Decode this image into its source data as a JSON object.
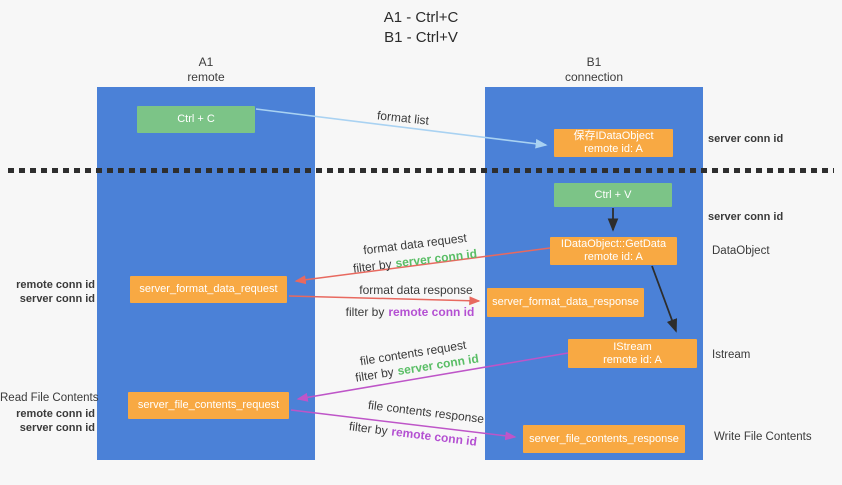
{
  "title": {
    "line1": "A1 - Ctrl+C",
    "line2": "B1 - Ctrl+V"
  },
  "columns": {
    "left": {
      "name": "A1",
      "subtitle": "remote"
    },
    "right": {
      "name": "B1",
      "subtitle": "connection"
    }
  },
  "nodes": {
    "ctrl_c": {
      "label": "Ctrl + C"
    },
    "save_idataobject": {
      "line1": "保存IDataObject",
      "line2": "remote id: A"
    },
    "ctrl_v": {
      "label": "Ctrl + V"
    },
    "idataobject_getdata": {
      "line1": "IDataObject::GetData",
      "line2": "remote id: A"
    },
    "server_format_data_request": {
      "label": "server_format_data_request"
    },
    "server_format_data_response": {
      "label": "server_format_data_response"
    },
    "istream": {
      "line1": "IStream",
      "line2": "remote id: A"
    },
    "server_file_contents_request": {
      "label": "server_file_contents_request"
    },
    "server_file_contents_response": {
      "label": "server_file_contents_response"
    }
  },
  "arrow_labels": {
    "format_list": "format list",
    "format_data_request": "format data request",
    "format_data_response": "format data response",
    "file_contents_request": "file contents request",
    "file_contents_response": "file contents response",
    "filter_by": "filter by",
    "server_conn_id": "server conn id",
    "remote_conn_id": "remote conn id"
  },
  "side_labels": {
    "left_format_remote": "remote conn id",
    "left_format_server": "server conn id",
    "read_file_contents": "Read File Contents",
    "left_file_remote": "remote conn id",
    "left_file_server": "server conn id",
    "right_server_conn_top": "server conn id",
    "right_server_conn_mid": "server conn id",
    "dataobject": "DataObject",
    "istream": "Istream",
    "write_file_contents": "Write File Contents"
  },
  "colors": {
    "column_blue": "#4b81d7",
    "node_green": "#7cc487",
    "node_orange": "#f8a943",
    "green_text": "#5abe66",
    "purple_text": "#b450d2",
    "red_arrow": "#e8695f",
    "purple_arrow": "#be55c8",
    "light_blue_arrow": "#a9d2f2",
    "black_arrow": "#2d2d2d"
  }
}
